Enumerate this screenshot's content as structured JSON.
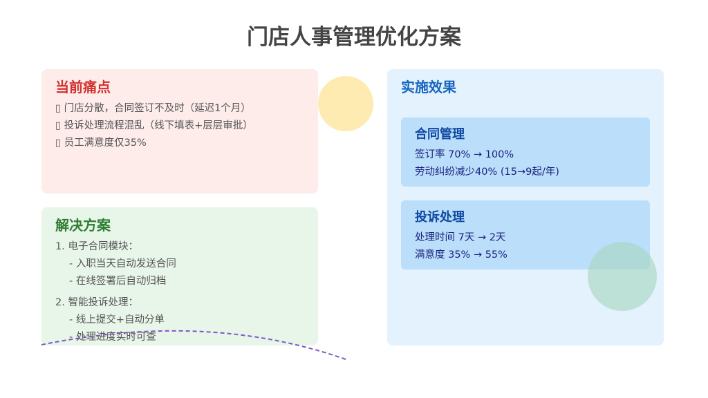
{
  "title": "门店人事管理优化方案",
  "pain": {
    "heading": "当前痛点",
    "items": [
      "▯ 门店分散，合同签订不及时（延迟1个月）",
      "▯ 投诉处理流程混乱（线下填表+层层审批）",
      "▯ 员工满意度仅35%"
    ]
  },
  "solution": {
    "heading": "解决方案",
    "groups": [
      {
        "label": "1. 电子合同模块：",
        "subs": [
          "- 入职当天自动发送合同",
          "- 在线签署后自动归档"
        ]
      },
      {
        "label": "2. 智能投诉处理：",
        "subs": [
          "- 线上提交+自动分单",
          "- 处理进度实时可查"
        ]
      }
    ]
  },
  "effect": {
    "heading": "实施效果",
    "cards": [
      {
        "title": "合同管理",
        "lines": [
          "签订率 70% → 100%",
          "劳动纠纷减少40% (15→9起/年)"
        ]
      },
      {
        "title": "投诉处理",
        "lines": [
          "处理时间 7天 → 2天",
          "满意度 35% → 55%"
        ]
      }
    ]
  }
}
